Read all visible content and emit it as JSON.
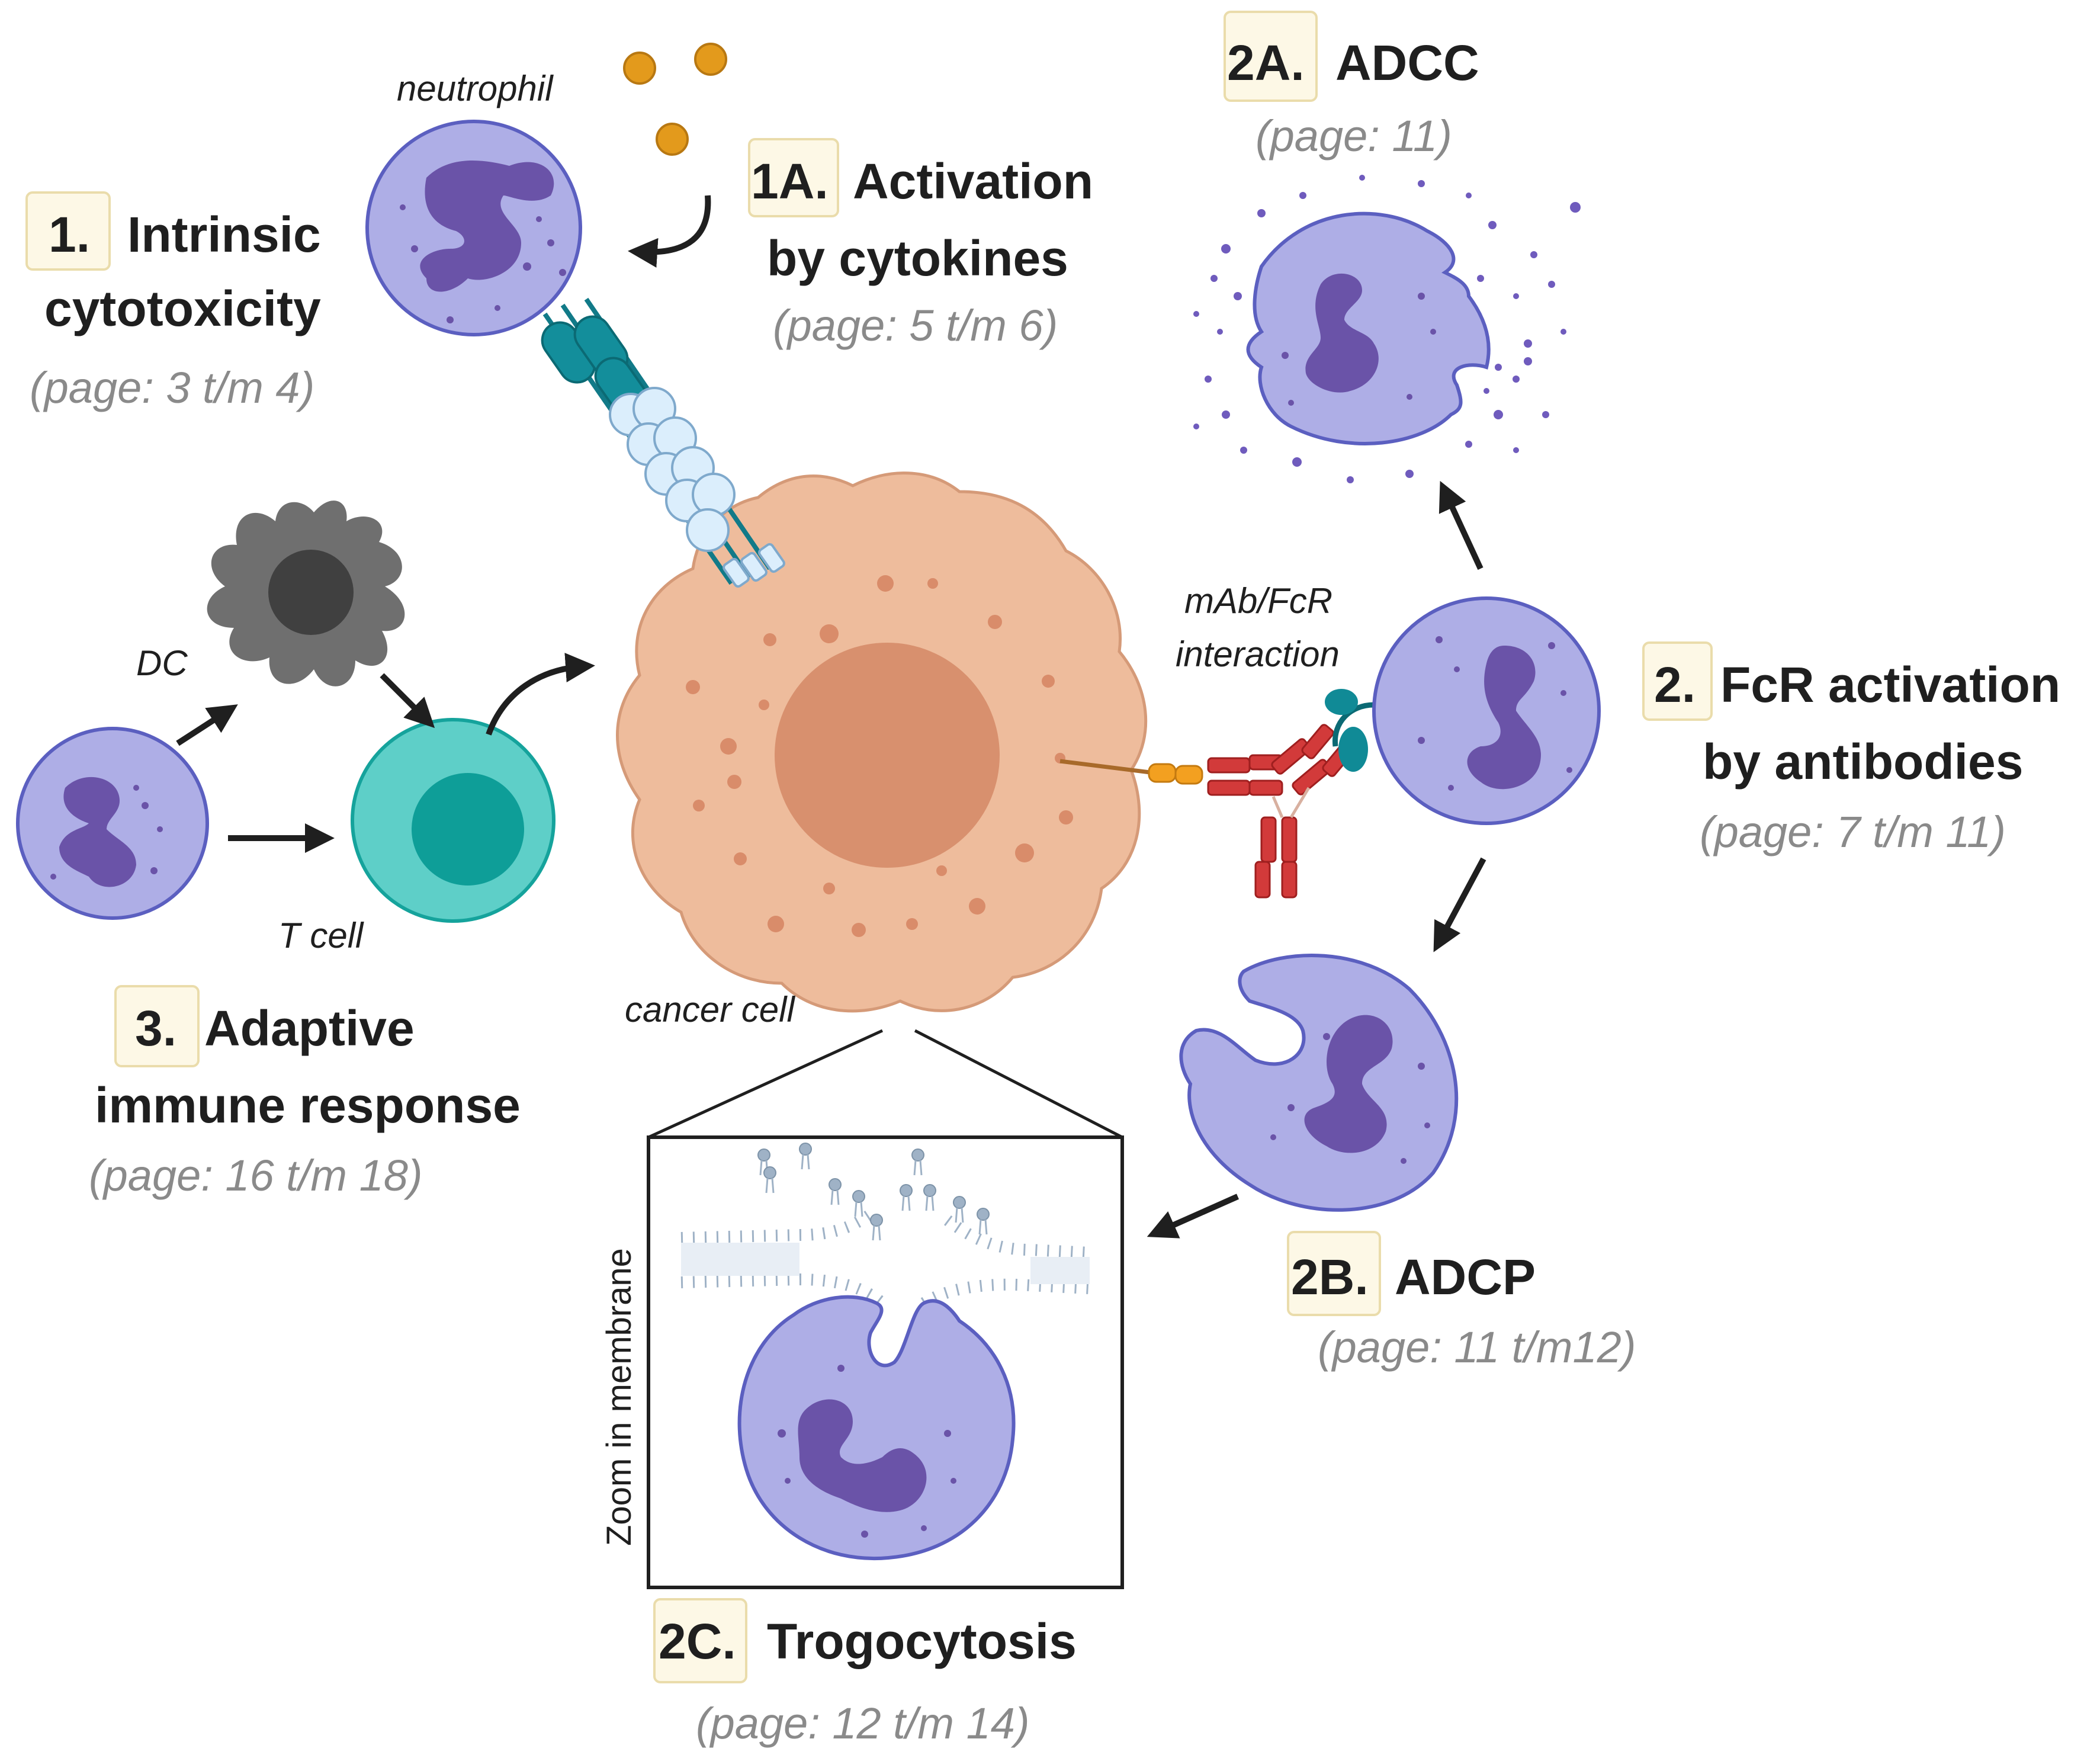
{
  "labels": {
    "n1": "1.",
    "t1_line1": "Intrinsic",
    "t1_line2": "cytotoxicity",
    "p1": "(page: 3 t/m 4)",
    "n1a": "1A.",
    "t1a_line1": "Activation",
    "t1a_line2": "by cytokines",
    "p1a": "(page: 5 t/m 6)",
    "n2a": "2A.",
    "t2a": "ADCC",
    "p2a": "(page: 11)",
    "n2": "2.",
    "t2_line1": "FcR activation",
    "t2_line2": "by antibodies",
    "p2": "(page: 7 t/m 11)",
    "n2b": "2B.",
    "t2b": "ADCP",
    "p2b": "(page: 11 t/m12)",
    "n2c": "2C.",
    "t2c": "Trogocytosis",
    "p2c": "(page: 12 t/m 14)",
    "n3": "3.",
    "t3_line1": "Adaptive",
    "t3_line2": "immune response",
    "p3": "(page: 16 t/m 18)"
  },
  "cells": {
    "neutrophil": "neutrophil",
    "dc": "DC",
    "t_cell": "T cell",
    "cancer_cell": "cancer cell",
    "mab_line1": "mAb/FcR",
    "mab_line2": "interaction"
  },
  "zoom_label": "Zoom in membrane",
  "colors": {
    "neutrophil_fill": "#aeaee6",
    "neutrophil_stroke": "#5b5fc0",
    "nucleus": "#6a53a8",
    "cancer_fill": "#eebc9c",
    "cancer_nucleus": "#d8906e",
    "tcell_outer": "#5ecfc8",
    "tcell_inner": "#0e9e98",
    "dc_fill": "#6f6f6f",
    "antibody_red": "#d23a3a",
    "receptor_teal": "#108a96",
    "cytokine": "#e39a1c",
    "page_gray": "#8a8a8a"
  }
}
